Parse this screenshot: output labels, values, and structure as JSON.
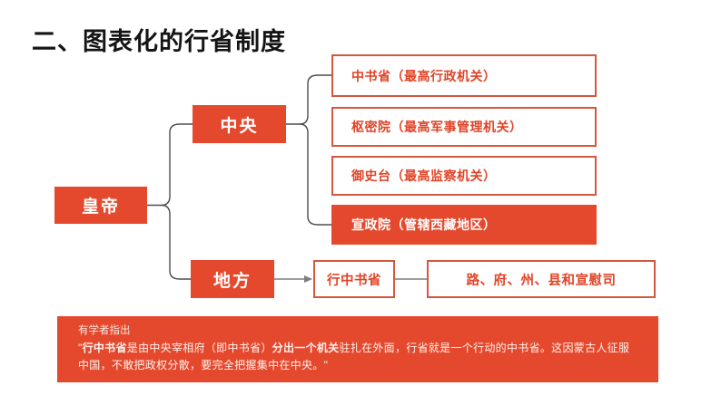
{
  "slide_title": "二、图表化的行省制度",
  "colors": {
    "accent_red": "#E5492D",
    "box_border_red": "#D4573F",
    "box_text_red": "#E04326",
    "brace_line": "#4d4d4d",
    "connector_gray": "#7d7d7d",
    "title_black": "#141414"
  },
  "diagram": {
    "emperor_label": "皇帝",
    "central_label": "中央",
    "local_label": "地方",
    "central_organs": [
      {
        "label": "中书省（最高行政机关）",
        "style": "outline"
      },
      {
        "label": "枢密院（最高军事管理机关）",
        "style": "outline"
      },
      {
        "label": "御史台（最高监察机关）",
        "style": "outline"
      },
      {
        "label": "宣政院（管辖西藏地区）",
        "style": "filled"
      }
    ],
    "local_org_label": "行中书省",
    "local_sub_label": "路、府、州、县和宣慰司"
  },
  "banner": {
    "intro": "有学者指出",
    "quote_segments": [
      {
        "t": "\"",
        "b": false
      },
      {
        "t": "行中书省",
        "b": true
      },
      {
        "t": "是由中央宰相府（即中书省）",
        "b": false
      },
      {
        "t": "分出一个机关",
        "b": true
      },
      {
        "t": "驻扎在外面，行省就是一个行动的中书省。这因蒙古人征服中国，不敢把政权分散，要完全把握集中在中央。\"",
        "b": false
      }
    ]
  }
}
